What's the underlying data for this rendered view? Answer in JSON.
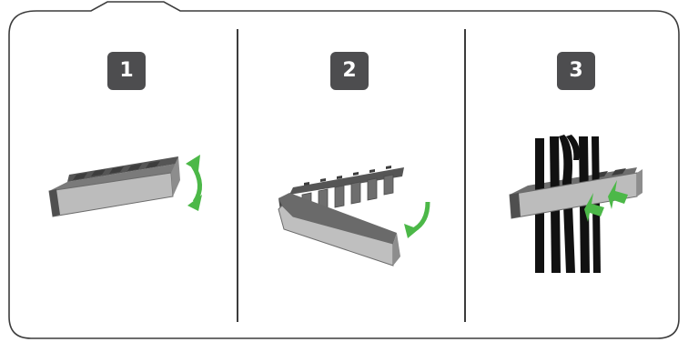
{
  "steps": [
    {
      "number": "1",
      "action": "rotate"
    },
    {
      "number": "2",
      "action": "open"
    },
    {
      "number": "3",
      "action": "insert-cables"
    }
  ],
  "colors": {
    "frame": "#3c3c3c",
    "badge": "#4d4d4f",
    "organizer_body": "#b9b9b9",
    "organizer_dark": "#5a5a5a",
    "arrow": "#4cb848",
    "cable": "#111111"
  }
}
